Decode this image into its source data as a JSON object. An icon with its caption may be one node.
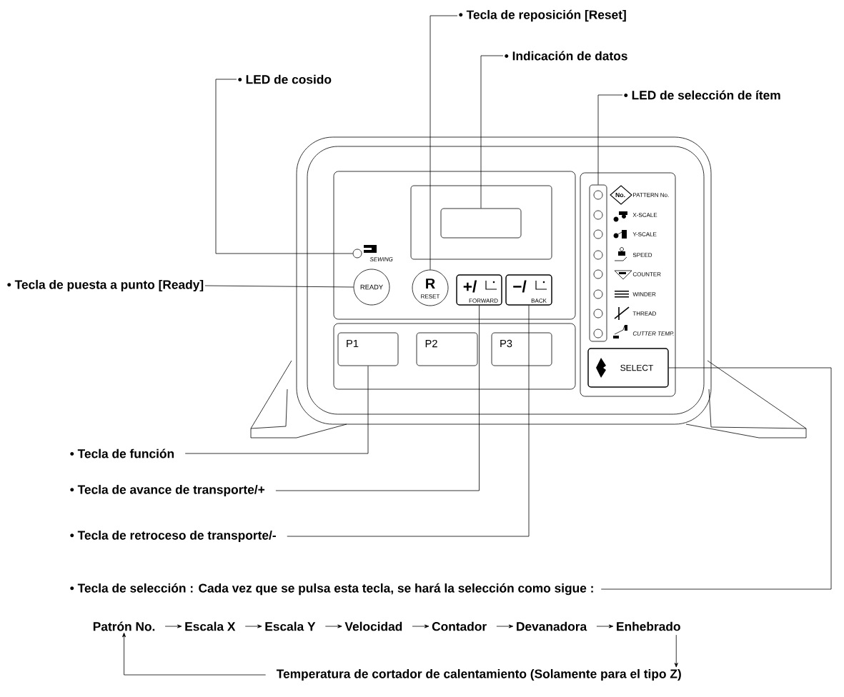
{
  "diagram": {
    "nodes": [
      {
        "text": [
          "• Tecla de reposición [Reset]"
        ]
      },
      {
        "text": [
          "• Indicación de datos"
        ]
      },
      {
        "text": [
          "• LED de cosido"
        ]
      },
      {
        "text": [
          "• LED de selección de ítem"
        ]
      },
      {
        "text": [
          "• Tecla de puesta a punto [Ready]"
        ]
      },
      {
        "text": [],
        "shape": "circle"
      },
      {
        "text": [
          "READY"
        ]
      },
      {
        "text": [
          "R",
          "RESET"
        ]
      },
      {
        "text": [],
        "shape": "box"
      },
      {
        "text": [],
        "shape": "box"
      },
      {
        "text": [
          "+/",
          "FORWARD"
        ]
      },
      {
        "text": [
          "−/",
          "BACK"
        ]
      },
      {
        "text": [
          "P1"
        ]
      },
      {
        "text": [
          "P2"
        ]
      },
      {
        "text": [
          "P3"
        ]
      },
      {
        "text": [
          "SELECT"
        ]
      },
      {
        "text": [
          "• Tecla de función"
        ]
      },
      {
        "text": [
          "• Tecla de avance de transporte/+"
        ]
      },
      {
        "text": [
          "• Tecla de retroceso de transporte/-"
        ]
      },
      {
        "text": [
          "• Tecla de selección :  Cada vez que se pulsa esta tecla, se hará la selección como sigue :"
        ]
      },
      {
        "text": [
          "Patrón No."
        ]
      },
      {
        "text": [
          "Escala X"
        ]
      },
      {
        "text": [
          "Escala Y"
        ]
      },
      {
        "text": [
          "Velocidad"
        ]
      },
      {
        "text": [
          "Contador"
        ]
      },
      {
        "text": [
          "Devanadora"
        ]
      },
      {
        "text": [
          "Enhebrado"
        ]
      },
      {
        "text": [
          "Temperatura de cortador de calentamiento (Solamente para el tipo Z)"
        ]
      }
    ],
    "edges": [
      {
        "from": 0,
        "to": 7,
        "arrow": "none"
      },
      {
        "from": 1,
        "to": 8,
        "arrow": "none"
      },
      {
        "from": 2,
        "to": 5,
        "arrow": "none"
      },
      {
        "from": 3,
        "to": 9,
        "arrow": "none"
      },
      {
        "from": 4,
        "to": 6,
        "arrow": "none"
      },
      {
        "from": 16,
        "to": 12,
        "arrow": "none"
      },
      {
        "from": 17,
        "to": 10,
        "arrow": "none"
      },
      {
        "from": 18,
        "to": 11,
        "arrow": "none"
      },
      {
        "from": 19,
        "to": 15,
        "arrow": "none"
      },
      {
        "from": 20,
        "to": 21,
        "arrow": "to"
      },
      {
        "from": 21,
        "to": 22,
        "arrow": "to"
      },
      {
        "from": 22,
        "to": 23,
        "arrow": "to"
      },
      {
        "from": 23,
        "to": 24,
        "arrow": "to"
      },
      {
        "from": 24,
        "to": 25,
        "arrow": "to"
      },
      {
        "from": 25,
        "to": 26,
        "arrow": "to"
      },
      {
        "from": 26,
        "to": 27,
        "arrow": "to"
      },
      {
        "from": 27,
        "to": 20,
        "arrow": "to"
      }
    ],
    "labels": [
      "SEWING",
      "No.",
      "PATTERN No.",
      "X-SCALE",
      "Y-SCALE",
      "SPEED",
      "COUNTER",
      "WINDER",
      "THREAD",
      "CUTTER TEMP."
    ]
  }
}
